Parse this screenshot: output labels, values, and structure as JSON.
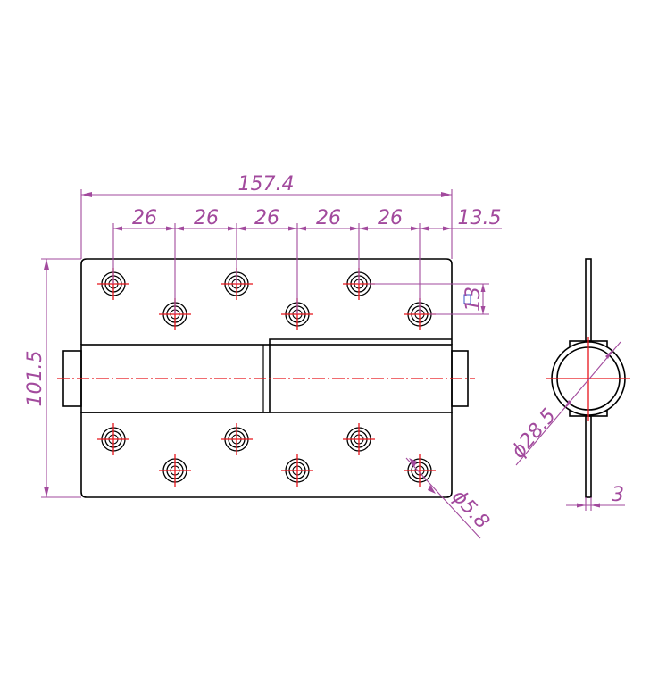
{
  "dimensions": {
    "overall_length": "157.4",
    "pitch_1": "26",
    "pitch_2": "26",
    "pitch_3": "26",
    "pitch_4": "26",
    "pitch_5": "26",
    "end_offset": "13.5",
    "height": "101.5",
    "hole_row_offset": "13",
    "knuckle_diameter": "ϕ28.5",
    "hole_diameter": "ϕ5.8",
    "leaf_thickness": "3"
  },
  "colors": {
    "outline": "#000000",
    "centerline": "#e8141b",
    "dimension": "#a24a9d"
  }
}
